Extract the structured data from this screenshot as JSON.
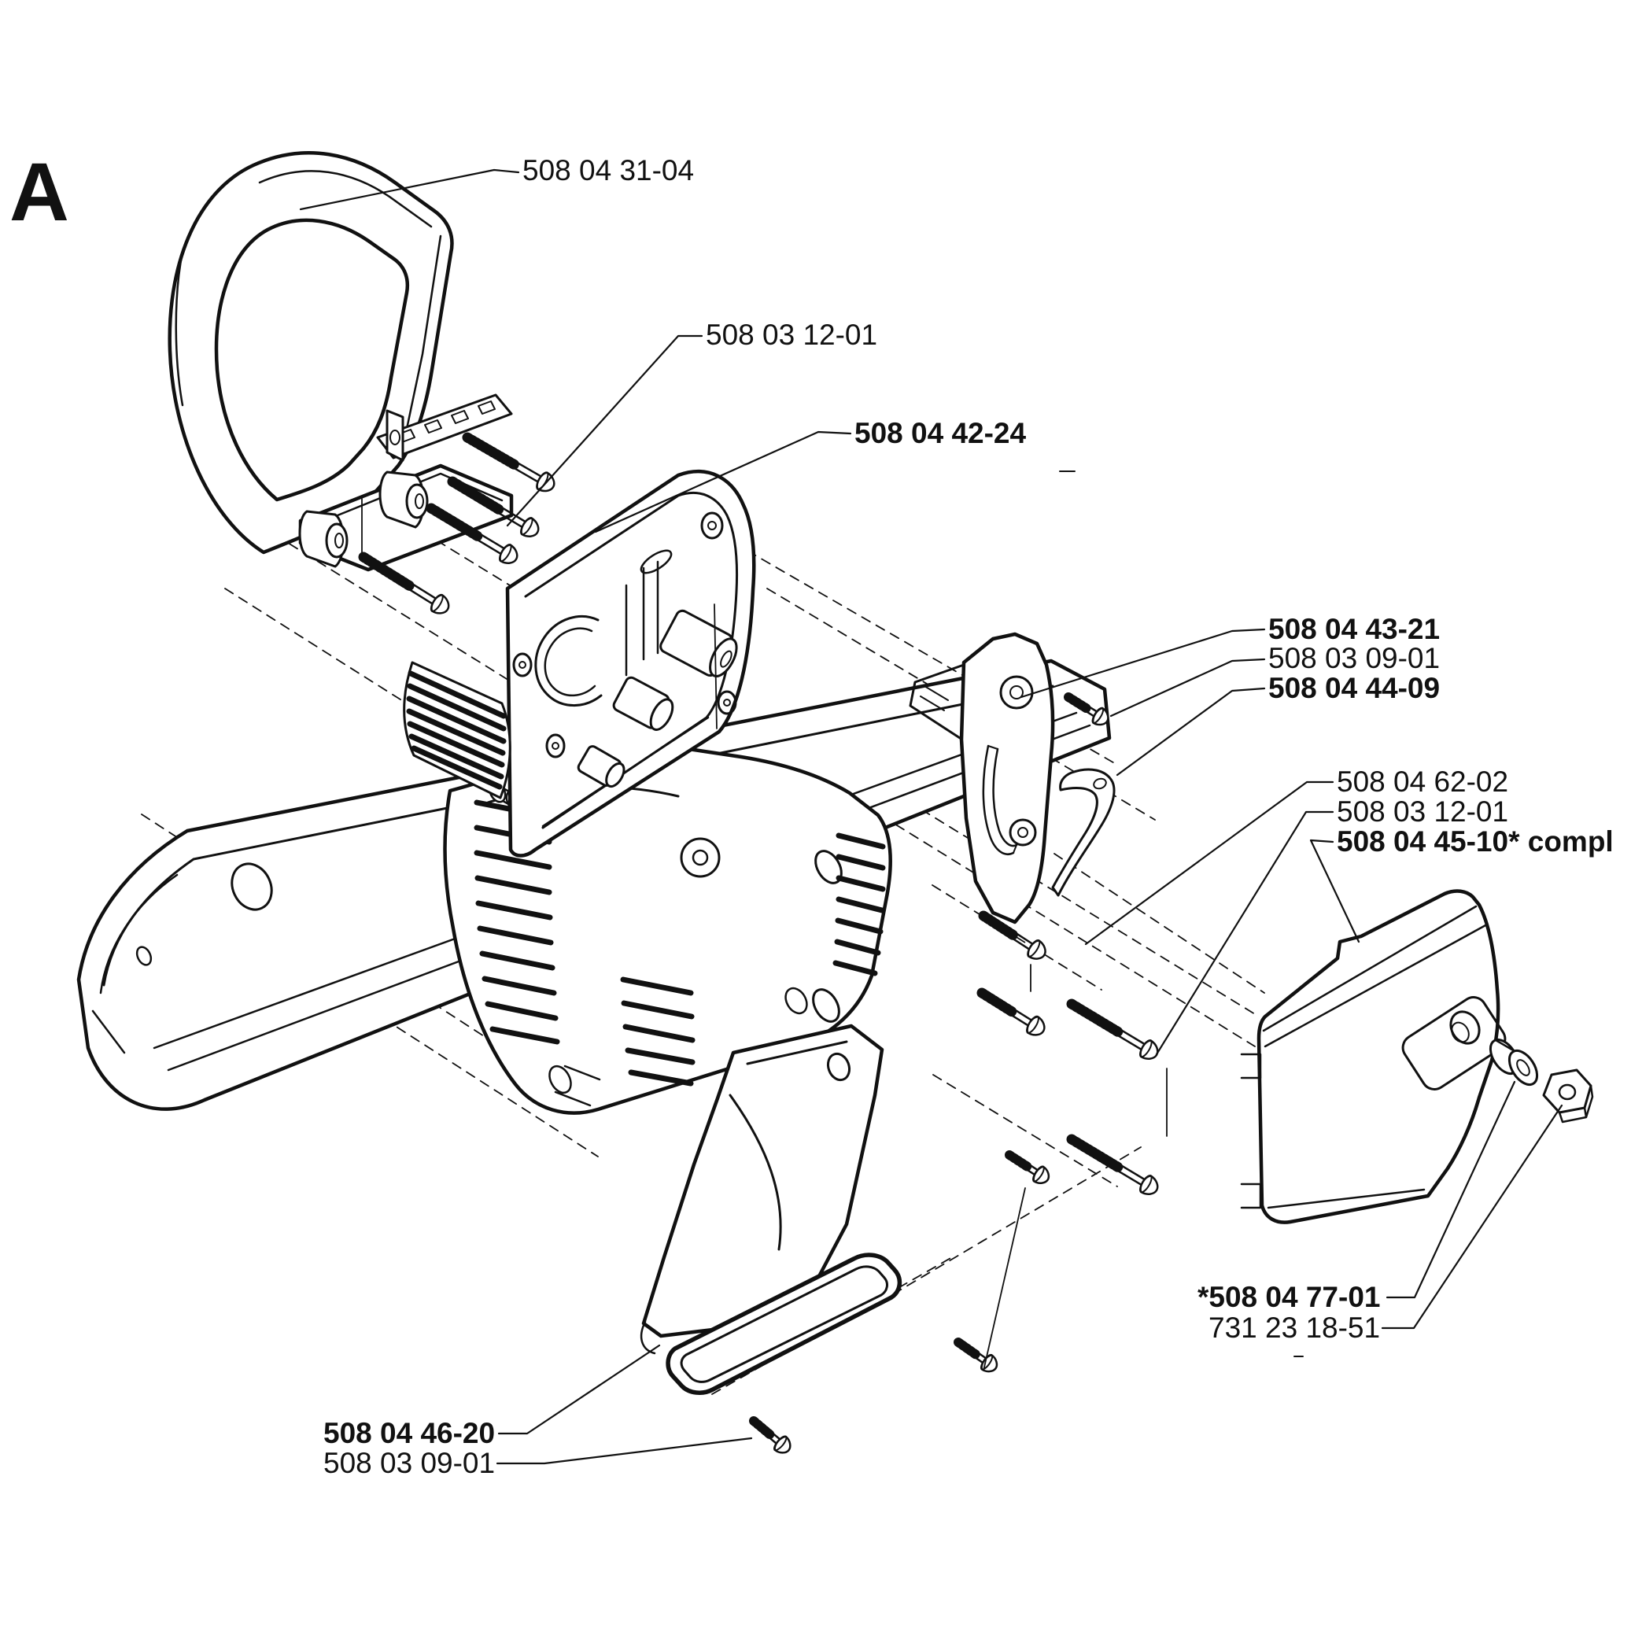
{
  "figure": {
    "section_letter": "A"
  },
  "colors": {
    "ink": "#111111",
    "background": "#ffffff"
  },
  "labels": [
    {
      "text": "508 04 31-04",
      "bold": false
    },
    {
      "text": "508 03 12-01",
      "bold": false
    },
    {
      "text": "508 04 42-24",
      "bold": true
    },
    {
      "text": "508 04 43-21",
      "bold": true
    },
    {
      "text": "508 03 09-01",
      "bold": false
    },
    {
      "text": "508 04 44-09",
      "bold": true
    },
    {
      "text": "508 04 62-02",
      "bold": false
    },
    {
      "text": "508 03 12-01",
      "bold": false
    },
    {
      "text": "508 04 45-10* compl",
      "bold": true
    },
    {
      "text": "*508 04 77-01",
      "bold": true
    },
    {
      "text": "731 23 18-51",
      "bold": false
    },
    {
      "text": "508 04 46-20",
      "bold": true
    },
    {
      "text": "508 03 09-01",
      "bold": false
    }
  ]
}
